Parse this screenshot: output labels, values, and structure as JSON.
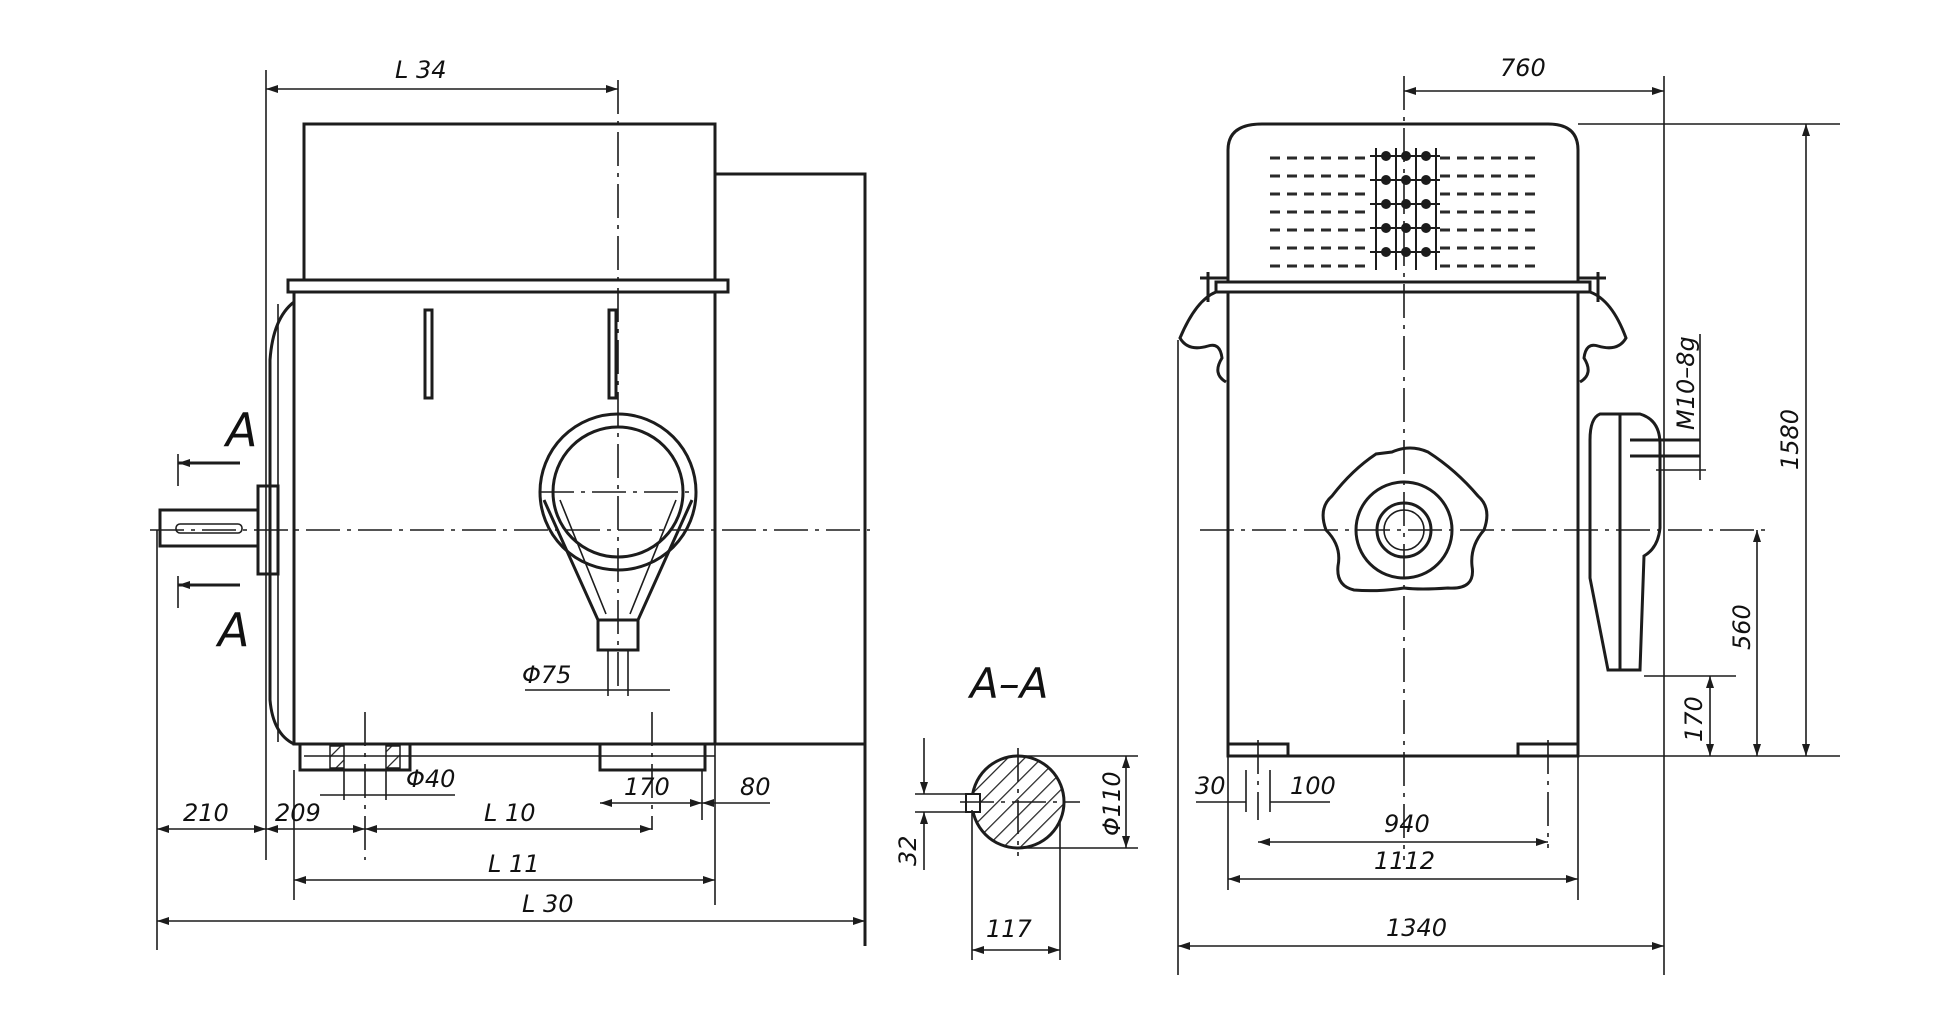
{
  "side_view": {
    "dims": {
      "l34": "L 34",
      "d210": "210",
      "d209": "209",
      "l10": "L 10",
      "l11": "L 11",
      "l30": "L 30",
      "d170": "170",
      "d80": "80",
      "phi75": "Φ75",
      "phi40": "Φ40"
    },
    "section_mark_top": "A",
    "section_mark_bottom": "A"
  },
  "section_view": {
    "title": "A–A",
    "dims": {
      "phi110": "Φ110",
      "d32": "32",
      "d117": "117"
    }
  },
  "end_view": {
    "dims": {
      "d760": "760",
      "d1580": "1580",
      "d560": "560",
      "d170": "170",
      "m10": "M10–8g",
      "d30": "30",
      "d100": "100",
      "d940": "940",
      "d1112": "1112",
      "d1340": "1340"
    }
  }
}
